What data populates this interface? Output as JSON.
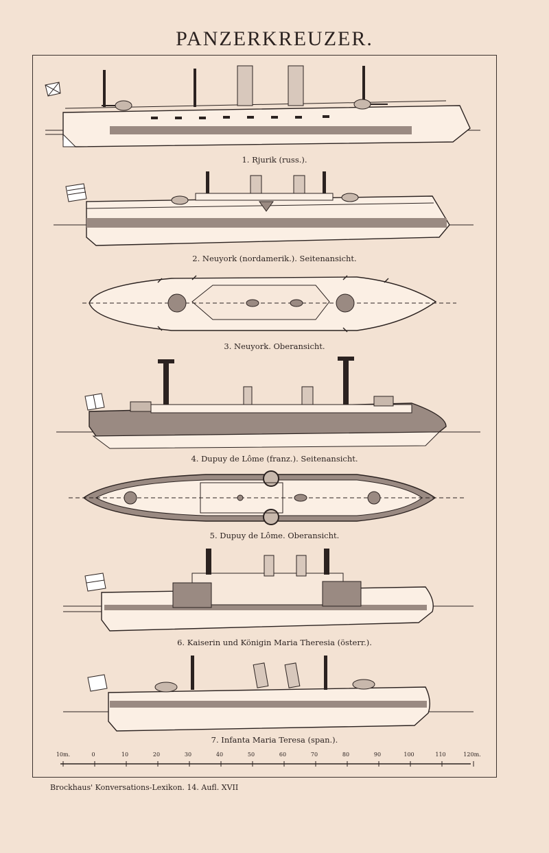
{
  "title": "PANZERKREUZER.",
  "captions": [
    "1. Rjurik (russ.).",
    "2. Neuyork (nordamerik.). Seitenansicht.",
    "3. Neuyork. Oberansicht.",
    "4. Dupuy de Lôme (franz.). Seitenansicht.",
    "5. Dupuy de Lôme. Oberansicht.",
    "6. Kaiserin und Königin Maria Theresia (österr.).",
    "7. Infanta Maria Teresa (span.)."
  ],
  "scale_labels": [
    "10m.",
    "0",
    "10",
    "20",
    "30",
    "40",
    "50",
    "60",
    "70",
    "80",
    "90",
    "100",
    "110",
    "120m."
  ],
  "footer": "Brockhaus' Konversations-Lexikon. 14. Aufl. XVII",
  "colors": {
    "paper": "#f3e2d3",
    "ink": "#2b2220",
    "shade": "#9a8a82"
  }
}
